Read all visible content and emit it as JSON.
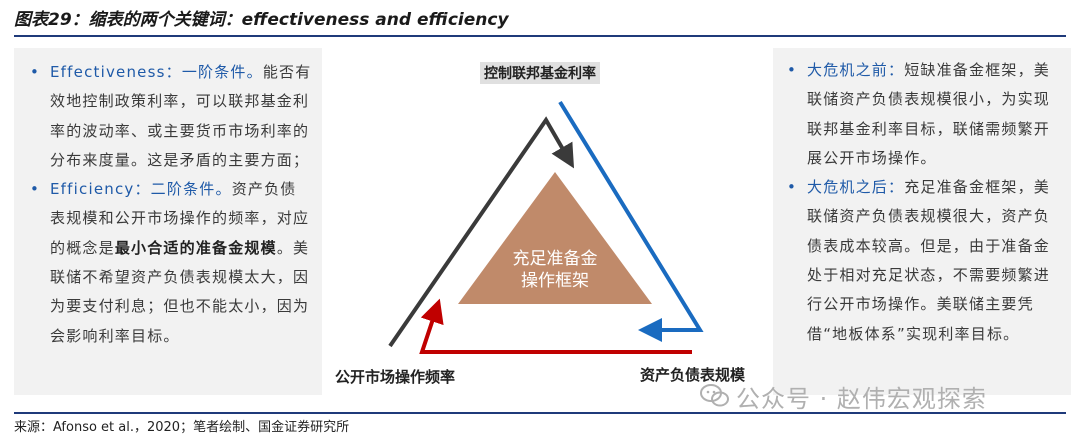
{
  "figure": {
    "title": "图表29：缩表的两个关键词：effectiveness and efficiency"
  },
  "left_panel": {
    "items": [
      {
        "head": "Effectiveness：一阶条件。",
        "text": "能否有效地控制政策利率，可以联邦基金利率的波动率、或主要货币市场利率的分布来度量。这是矛盾的主要方面；"
      },
      {
        "head": "Efficiency：二阶条件。",
        "text_before": "资产负债表规模和公开市场操作的频率，对应的概念是",
        "strong": "最小合适的准备金规模",
        "text_after": "。美联储不希望资产负债表规模太大，因为要支付利息；但也不能太小，因为会影响利率目标。"
      }
    ]
  },
  "right_panel": {
    "items": [
      {
        "head": "大危机之前：",
        "text": "短缺准备金框架，美联储资产负债表规模很小，为实现联邦基金利率目标，联储需频繁开展公开市场操作。"
      },
      {
        "head": "大危机之后：",
        "text": "充足准备金框架，美联储资产负债表规模很大，资产负债表成本较高。但是，由于准备金处于相对充足状态，不需要频繁进行公开市场操作。美联储主要凭借“地板体系”实现利率目标。"
      }
    ]
  },
  "diagram": {
    "top_label": "控制联邦基金利率",
    "bottom_left_label": "公开市场操作频率",
    "bottom_right_label": "资产负债表规模",
    "center_label": "充足准备金操作框架",
    "colors": {
      "center": "#c08a6a",
      "arrow_left": "#3a3a3a",
      "arrow_right": "#1a6bc0",
      "arrow_bottom": "#c00000"
    }
  },
  "watermark": {
    "text": "公众号 · 赵伟宏观探索"
  },
  "source": {
    "text": "来源：Afonso et al.，2020；笔者绘制、国金证券研究所"
  }
}
